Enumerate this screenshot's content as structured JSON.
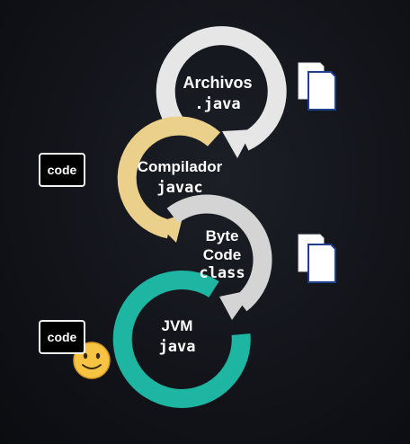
{
  "stages": [
    {
      "line1": "Archivos",
      "line2": ".java",
      "color": "#e6e6e6"
    },
    {
      "line1": "Compilador",
      "line2": "javac",
      "color": "#ead08a"
    },
    {
      "line1": "Byte",
      "line2": "Code",
      "line3": "class",
      "color": "#d4d4d4"
    },
    {
      "line1": "JVM",
      "line2": "java",
      "color": "#1fb5a3"
    }
  ],
  "code_boxes": [
    {
      "label": "code"
    },
    {
      "label": "code"
    }
  ],
  "icons": [
    "documents-icon",
    "documents-icon",
    "smiley-face-icon"
  ],
  "colors": {
    "background": "#101217",
    "doc_border": "#1f3f8f",
    "smiley": "#f6c343"
  }
}
